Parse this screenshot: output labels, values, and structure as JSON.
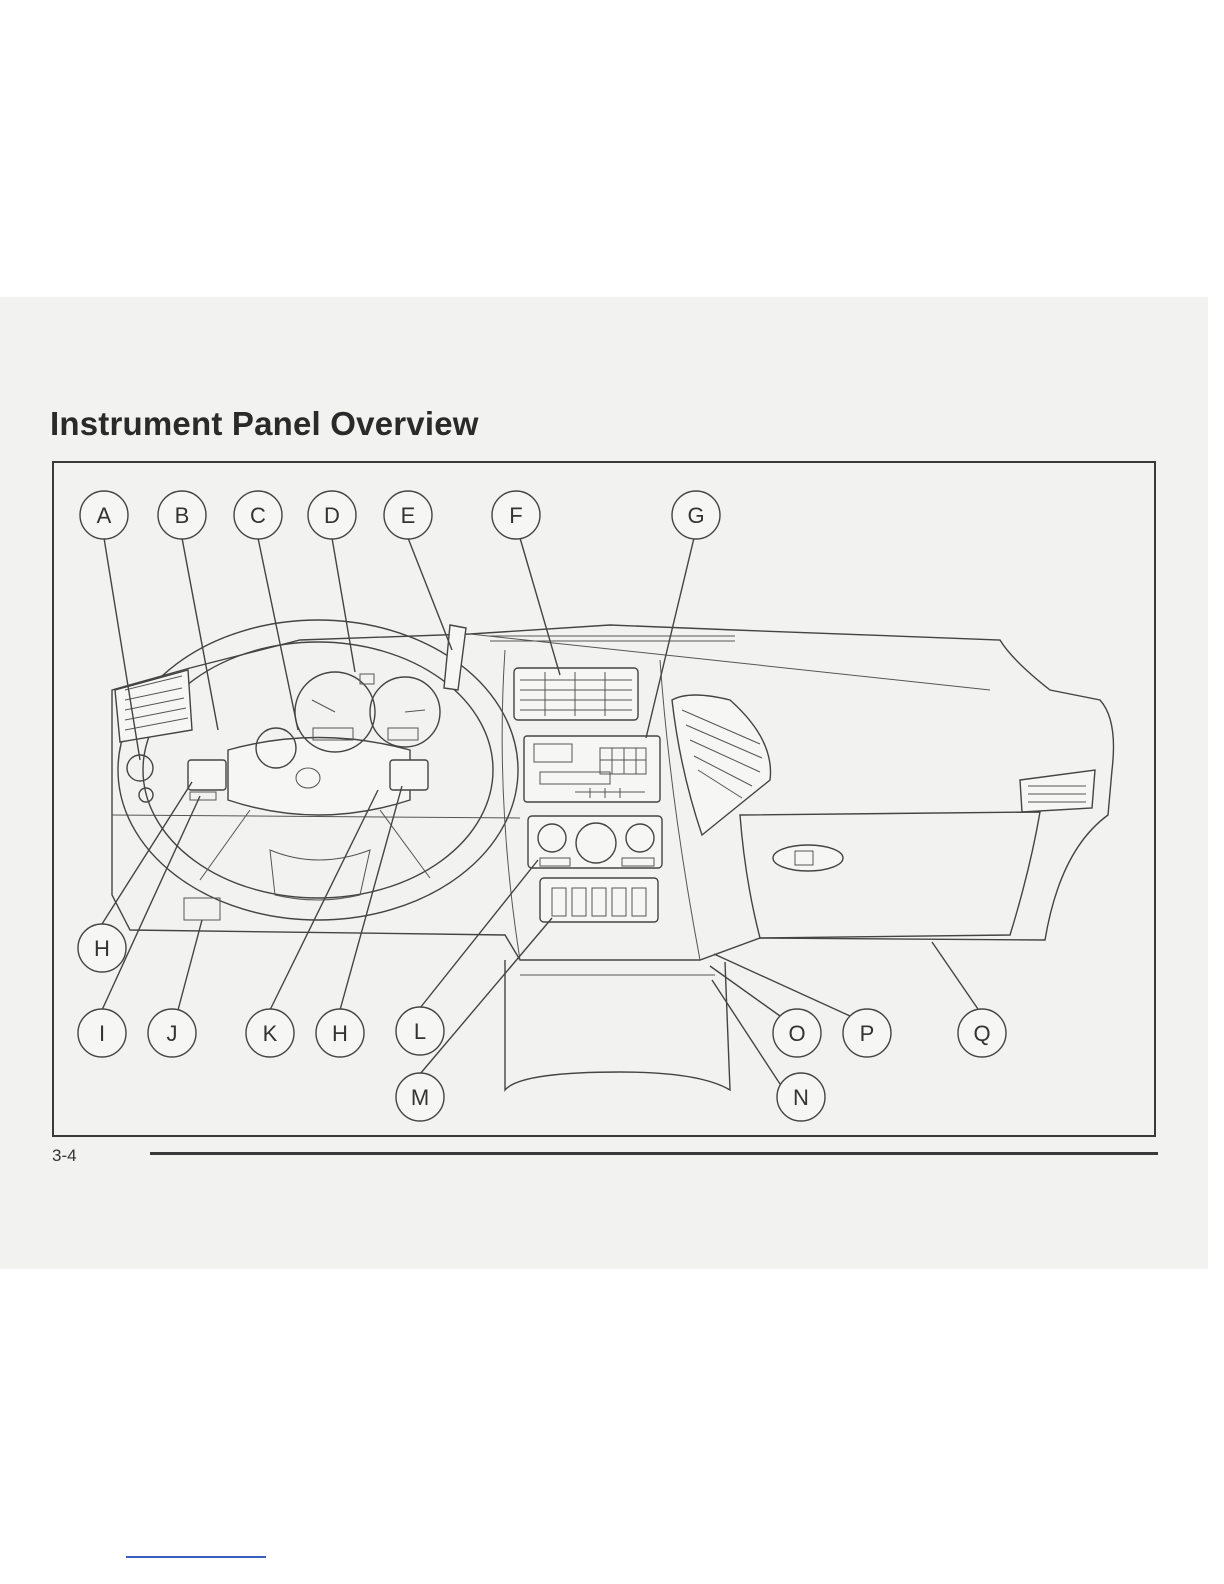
{
  "document": {
    "title": "Instrument Panel Overview",
    "page_number": "3-4"
  },
  "figure": {
    "callouts": [
      {
        "id": "callout-a",
        "label": "A"
      },
      {
        "id": "callout-b",
        "label": "B"
      },
      {
        "id": "callout-c",
        "label": "C"
      },
      {
        "id": "callout-d",
        "label": "D"
      },
      {
        "id": "callout-e",
        "label": "E"
      },
      {
        "id": "callout-f",
        "label": "F"
      },
      {
        "id": "callout-g",
        "label": "G"
      },
      {
        "id": "callout-h-left",
        "label": "H"
      },
      {
        "id": "callout-i",
        "label": "I"
      },
      {
        "id": "callout-j",
        "label": "J"
      },
      {
        "id": "callout-k",
        "label": "K"
      },
      {
        "id": "callout-h-right",
        "label": "H"
      },
      {
        "id": "callout-l",
        "label": "L"
      },
      {
        "id": "callout-m",
        "label": "M"
      },
      {
        "id": "callout-o",
        "label": "O"
      },
      {
        "id": "callout-p",
        "label": "P"
      },
      {
        "id": "callout-q",
        "label": "Q"
      },
      {
        "id": "callout-n",
        "label": "N"
      }
    ]
  }
}
